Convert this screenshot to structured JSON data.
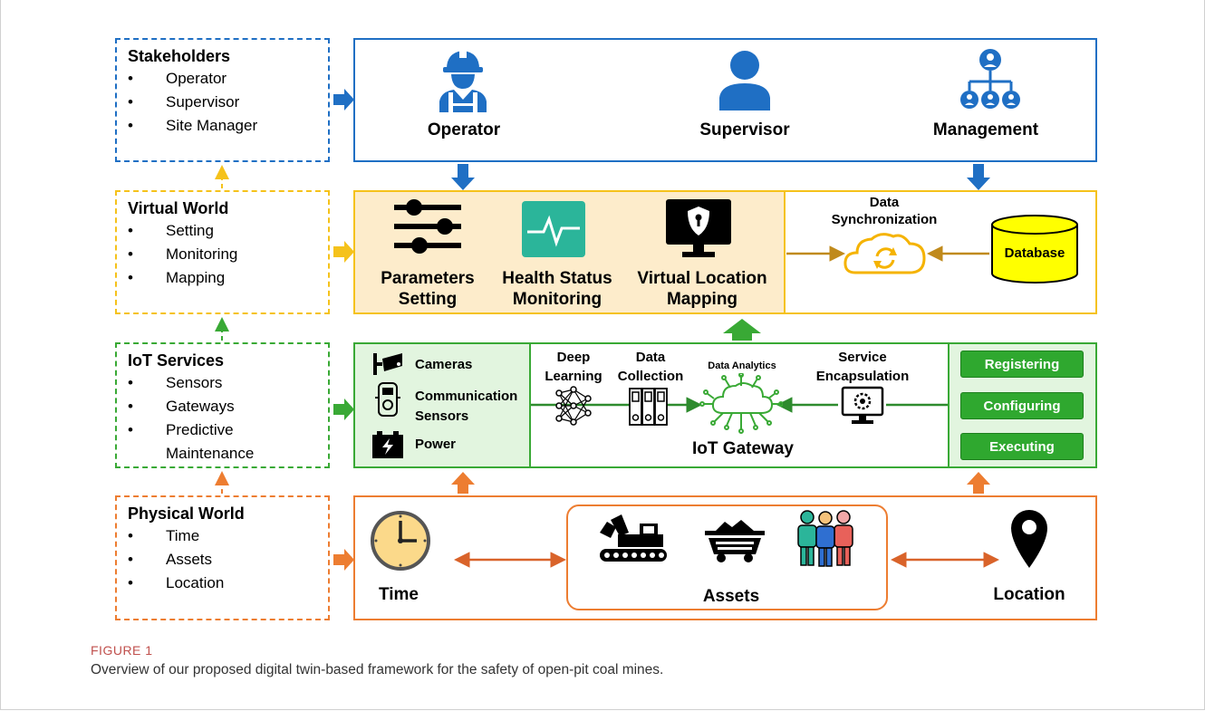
{
  "legend": {
    "stakeholders": {
      "title": "Stakeholders",
      "items": [
        "Operator",
        "Supervisor",
        "Site Manager"
      ]
    },
    "virtual_world": {
      "title": "Virtual World",
      "items": [
        "Setting",
        "Monitoring",
        "Mapping"
      ]
    },
    "iot_services": {
      "title": "IoT Services",
      "items": [
        "Sensors",
        "Gateways",
        "Predictive",
        "Maintenance"
      ]
    },
    "physical_world": {
      "title": "Physical World",
      "items": [
        "Time",
        "Assets",
        "Location"
      ]
    },
    "bullet": "•"
  },
  "stakeholder_panel": {
    "operator": "Operator",
    "supervisor": "Supervisor",
    "management": "Management"
  },
  "virtual_panel": {
    "parameters": [
      "Parameters",
      "Setting"
    ],
    "health": [
      "Health Status",
      "Monitoring"
    ],
    "location": [
      "Virtual Location",
      "Mapping"
    ],
    "sync": [
      "Data",
      "Synchronization"
    ],
    "database": "Database"
  },
  "iot_panel": {
    "cameras": "Cameras",
    "comm_sensors": [
      "Communication",
      "Sensors"
    ],
    "power": "Power",
    "deep_learning": [
      "Deep",
      "Learning"
    ],
    "data_collection": [
      "Data",
      "Collection"
    ],
    "data_analytics": "Data Analytics",
    "service_encap": [
      "Service",
      "Encapsulation"
    ],
    "gateway": "IoT Gateway",
    "registering": "Registering",
    "configuring": "Configuring",
    "executing": "Executing"
  },
  "physical_panel": {
    "time": "Time",
    "assets": "Assets",
    "location": "Location"
  },
  "figure": {
    "label": "FIGURE 1",
    "caption": "Overview of our proposed digital twin-based framework for the safety of open-pit coal mines."
  },
  "colors": {
    "blue": "#1f6fc4",
    "yellow": "#f5c21b",
    "green": "#39a935",
    "orange": "#ed7d31",
    "panel_yellow": "#fdeccb",
    "panel_green": "#e2f5df"
  }
}
